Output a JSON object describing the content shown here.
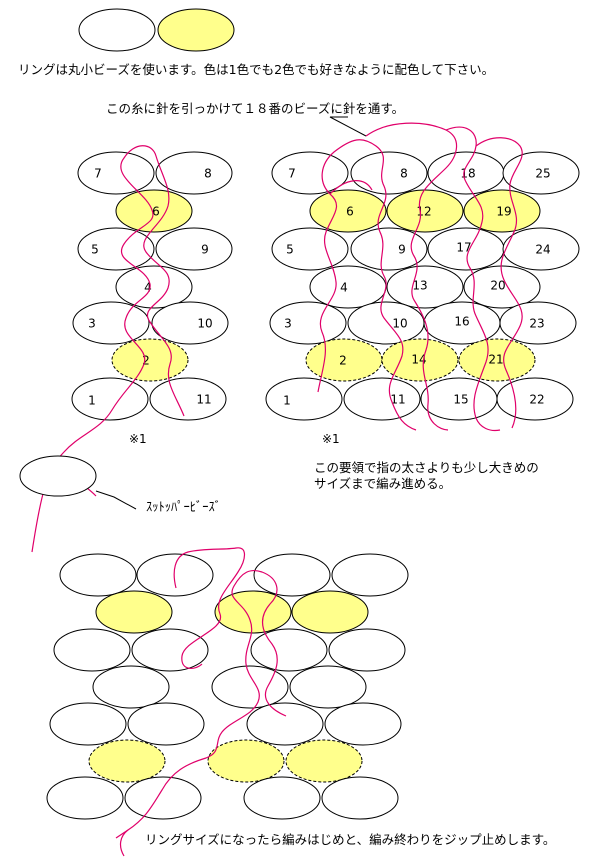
{
  "texts": {
    "intro": "リングは丸小ビーズを使います。色は1色でも2色でも好きなように配色して下さい。",
    "thread_note": "この糸に針を引っかけて１８番のビーズに針を通す。",
    "mark_left": "※1",
    "mark_right": "※1",
    "continue_line1": "この要領で指の太さよりも少し大きめの",
    "continue_line2": "サイズまで編み進める。",
    "stopper_label": "ｽｯﾄｯﾊﾟｰﾋﾞｰｽﾞ",
    "finish_note": "リングサイズになったら編みはじめと、編み終わりをジップ止めします。"
  },
  "colors": {
    "bead_white": "#ffffff",
    "bead_yellow": "#ffff8c",
    "thread": "#e0006a"
  },
  "bead_numbers": {
    "left": [
      "1",
      "2",
      "3",
      "4",
      "5",
      "6",
      "7",
      "8",
      "9",
      "10",
      "11"
    ],
    "right": [
      "1",
      "2",
      "3",
      "4",
      "5",
      "6",
      "7",
      "8",
      "9",
      "10",
      "11",
      "12",
      "13",
      "14",
      "15",
      "16",
      "17",
      "18",
      "19",
      "20",
      "21",
      "22",
      "23",
      "24",
      "25"
    ]
  }
}
